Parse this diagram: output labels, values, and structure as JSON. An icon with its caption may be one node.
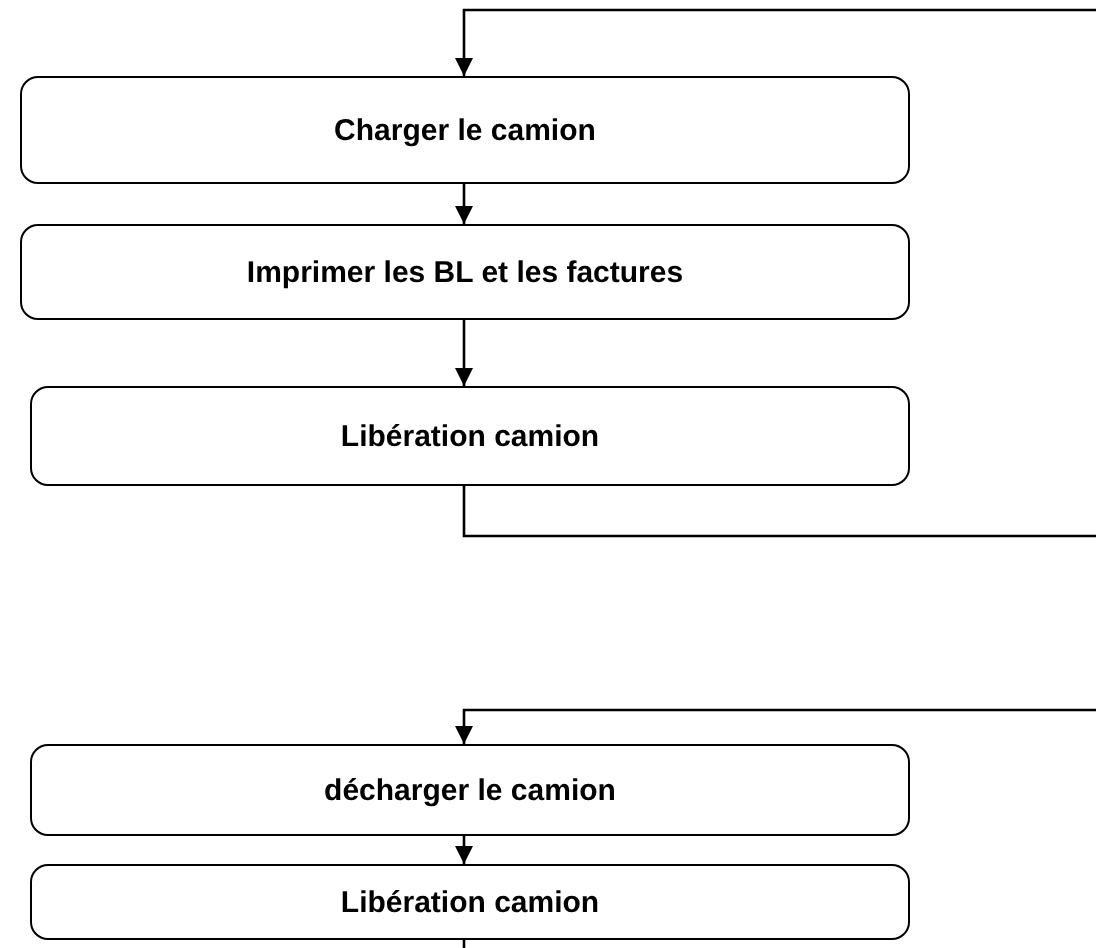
{
  "diagram": {
    "nodes": [
      {
        "text": [
          "Charger le camion"
        ]
      },
      {
        "text": [
          "Imprimer les BL et les factures"
        ]
      },
      {
        "text": [
          "Libération camion"
        ]
      },
      {
        "text": [
          "décharger le camion"
        ]
      },
      {
        "text": [
          "Libération camion"
        ]
      }
    ],
    "edges": [
      {
        "from": null,
        "to": 0,
        "arrow": "to"
      },
      {
        "from": 0,
        "to": 1,
        "arrow": "to"
      },
      {
        "from": 1,
        "to": 2,
        "arrow": "to"
      },
      {
        "from": 2,
        "to": null,
        "arrow": "none"
      },
      {
        "from": null,
        "to": 3,
        "arrow": "to"
      },
      {
        "from": 3,
        "to": 4,
        "arrow": "to"
      },
      {
        "from": 4,
        "to": null,
        "arrow": "none"
      }
    ]
  }
}
